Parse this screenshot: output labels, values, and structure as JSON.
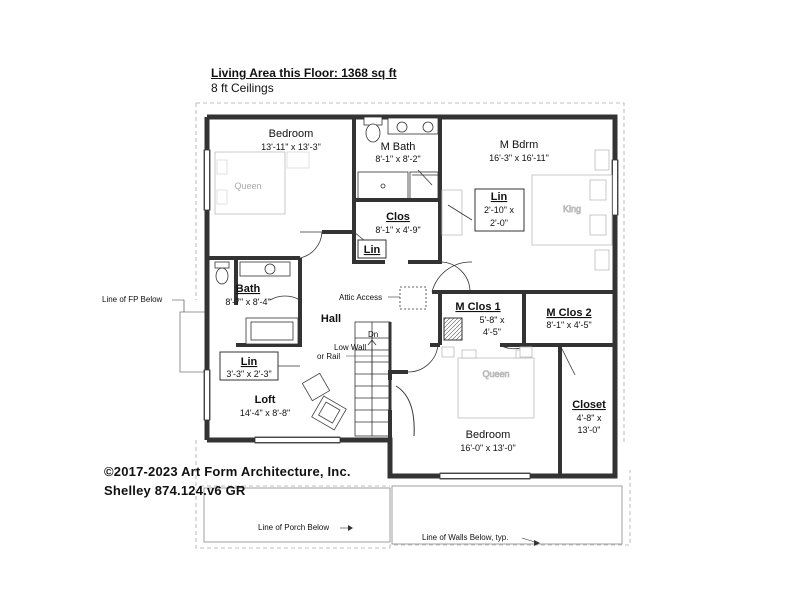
{
  "header": {
    "area": "Living Area this Floor: 1368 sq ft",
    "ceilings": "8 ft Ceilings"
  },
  "rooms": {
    "bedroom_nw": {
      "name": "Bedroom",
      "size": "13'-11\" x 13'-3\"",
      "bed": "Queen"
    },
    "m_bath": {
      "name": "M Bath",
      "size": "8'-1\" x 8'-2\""
    },
    "m_bdrm": {
      "name": "M Bdrm",
      "size": "16'-3\" x 16'-11\"",
      "bed": "King"
    },
    "lin_master": {
      "name": "Lin",
      "size_a": "2'-10\" x",
      "size_b": "2'-0\""
    },
    "clos": {
      "name": "Clos",
      "size": "8'-1\" x 4'-9\""
    },
    "lin_small": {
      "name": "Lin"
    },
    "bath": {
      "name": "Bath",
      "size": "8'-7\" x 8'-4\""
    },
    "hall": {
      "name": "Hall"
    },
    "lin_hall": {
      "name": "Lin",
      "size": "3'-3\" x 2'-3\""
    },
    "loft": {
      "name": "Loft",
      "size": "14'-4\" x 8'-8\""
    },
    "m_clos_1": {
      "name": "M Clos 1",
      "size_a": "5'-8\" x",
      "size_b": "4'-5\""
    },
    "m_clos_2": {
      "name": "M Clos 2",
      "size": "8'-1\" x 4'-5\""
    },
    "closet": {
      "name": "Closet",
      "size_a": "4'-8\" x",
      "size_b": "13'-0\""
    },
    "bedroom_se": {
      "name": "Bedroom",
      "size": "16'-0\" x 13'-0\"",
      "bed": "Queen"
    }
  },
  "notes": {
    "attic_access": "Attic Access",
    "down": "Dn",
    "low_wall_1": "Low Wall",
    "low_wall_2": "or Rail",
    "fireplace": "Line of FP Below",
    "porch": "Line of Porch Below",
    "walls_below": "Line of Walls Below, typ."
  },
  "footer": {
    "copyright": "©2017-2023 Art Form Architecture, Inc.",
    "plan_id": "Shelley 874.124.v6 GR"
  }
}
